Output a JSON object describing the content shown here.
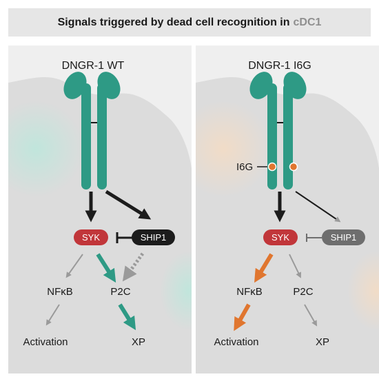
{
  "title": {
    "text": "Signals triggered by dead cell recognition in",
    "highlight": "cDC1"
  },
  "colors": {
    "receptor": "#2e9a85",
    "syk": "#c1363a",
    "ship1_strong": "#1c1c1c",
    "ship1_weak": "#6e6e6e",
    "arrow_orange": "#e0762f",
    "arrow_teal": "#2e9a85",
    "mutation_dot": "#e0762f"
  },
  "panels": [
    {
      "heading": "DNGR-1 WT",
      "syk": "SYK",
      "ship1": "SHIP1",
      "nfkb": "NFκB",
      "p2c": "P2C",
      "activation": "Activation",
      "xp": "XP"
    },
    {
      "heading": "DNGR-1 I6G",
      "mutation_label": "I6G",
      "syk": "SYK",
      "ship1": "SHIP1",
      "nfkb": "NFκB",
      "p2c": "P2C",
      "activation": "Activation",
      "xp": "XP"
    }
  ]
}
